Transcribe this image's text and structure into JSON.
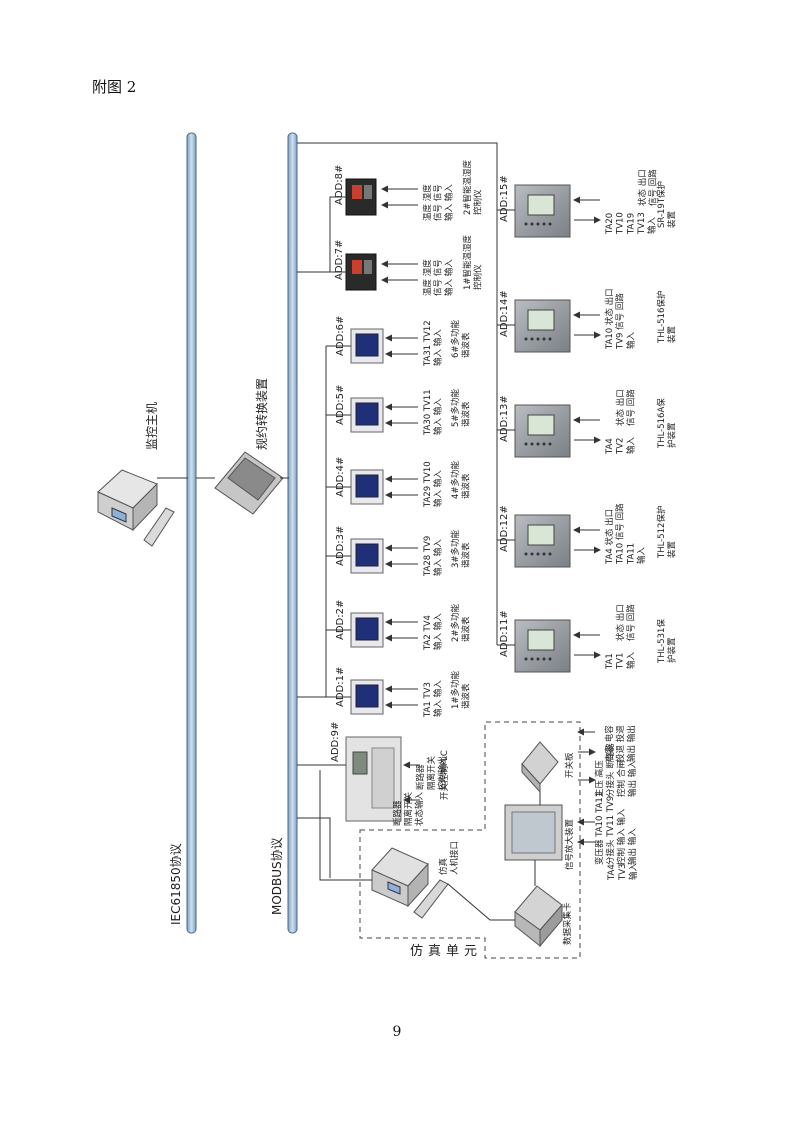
{
  "page": {
    "heading": "附图 2",
    "page_number": "9"
  },
  "buses": {
    "iec_label": "IEC61850协议",
    "modbus_label": "MODBUS协议"
  },
  "host": {
    "label": "监控主机"
  },
  "converter": {
    "label": "规约转换装置"
  },
  "meters": [
    {
      "add": "ADD:1#",
      "inputs": [
        "TA1 TV3",
        "输入 输入"
      ],
      "name": [
        "1#多功能",
        "谐波表"
      ]
    },
    {
      "add": "ADD:2#",
      "inputs": [
        "TA2 TV4",
        "输入 输入"
      ],
      "name": [
        "2#多功能",
        "谐波表"
      ]
    },
    {
      "add": "ADD:3#",
      "inputs": [
        "TA28 TV9",
        "输入 输入"
      ],
      "name": [
        "3#多功能",
        "谐波表"
      ]
    },
    {
      "add": "ADD:4#",
      "inputs": [
        "TA29 TV10",
        "输入 输入"
      ],
      "name": [
        "4#多功能",
        "谐波表"
      ]
    },
    {
      "add": "ADD:5#",
      "inputs": [
        "TA30 TV11",
        "输入 输入"
      ],
      "name": [
        "5#多功能",
        "谐波表"
      ]
    },
    {
      "add": "ADD:6#",
      "inputs": [
        "TA31 TV12",
        "输入 输入"
      ],
      "name": [
        "6#多功能",
        "谐波表"
      ]
    }
  ],
  "temp_controllers": [
    {
      "add": "ADD:7#",
      "inputs": [
        "温度 湿度",
        "信号 信号",
        "输入 输入"
      ],
      "name": [
        "1#智能温湿度",
        "控制仪"
      ]
    },
    {
      "add": "ADD:8#",
      "inputs": [
        "温度 湿度",
        "信号 信号",
        "输入 输入"
      ],
      "name": [
        "2#智能温湿度",
        "控制仪"
      ]
    }
  ],
  "protections": [
    {
      "add": "ADD:11#",
      "left": [
        "TA1",
        "TV1",
        "输入"
      ],
      "right": [
        "状态 出口",
        "信号 回路"
      ],
      "name": [
        "THL-531保",
        "护装置"
      ]
    },
    {
      "add": "ADD:12#",
      "left": [
        "TA4 状态 出口",
        "TA10 信号 回路",
        "TA11",
        "输入"
      ],
      "right": [],
      "name": [
        "THL-512保护",
        "装置"
      ]
    },
    {
      "add": "ADD:13#",
      "left": [
        "TA4",
        "TV2",
        "输入"
      ],
      "right": [
        "状态 出口",
        "信号 回路"
      ],
      "name": [
        "THL-516A保",
        "护装置"
      ]
    },
    {
      "add": "ADD:14#",
      "left": [
        "TA10 状态 出口",
        "TV9 信号 回路",
        "输入"
      ],
      "right": [],
      "name": [
        "THL-516保护",
        "装置"
      ]
    },
    {
      "add": "ADD:15#",
      "left": [
        "TA20",
        "TV10",
        "TA19",
        "TV13",
        "输入"
      ],
      "right": [
        "状态 出口",
        "信号 回路"
      ],
      "name": [
        "SR-19T保护",
        "装置"
      ]
    }
  ],
  "plc": {
    "add": "ADD:9#",
    "outputs": [
      "断路器",
      "隔离开关",
      "控制输出"
    ],
    "inputs": [
      "断路器",
      "隔离开关",
      "状态输入"
    ],
    "name": "开关控制PLC"
  },
  "sim_unit": {
    "label": [
      "仿",
      "真",
      "单",
      "元"
    ],
    "pc_label": [
      "仿真",
      "人机接口"
    ],
    "collector": "数据采集卡",
    "amplifier": "信号放大装置",
    "converter": "开关板",
    "signals_top": [
      "电容 电容",
      "投退 投退",
      "输出 输出"
    ],
    "signals_mid": [
      "主压 高压",
      "分接头 断路器",
      "控制 合闸",
      "输出 输入"
    ],
    "signals_bottom": [
      "变压器 TA10 TA11",
      "分接头 TV11 TV9",
      "控制 输入 输入",
      "输出 输入"
    ],
    "signals_ta": [
      "TA4",
      "TV3",
      "输入"
    ]
  },
  "colors": {
    "bus": "#a9c3dc",
    "bus_edge": "#4b6886",
    "device": "#8f959b",
    "screen": "#1f2f78"
  }
}
